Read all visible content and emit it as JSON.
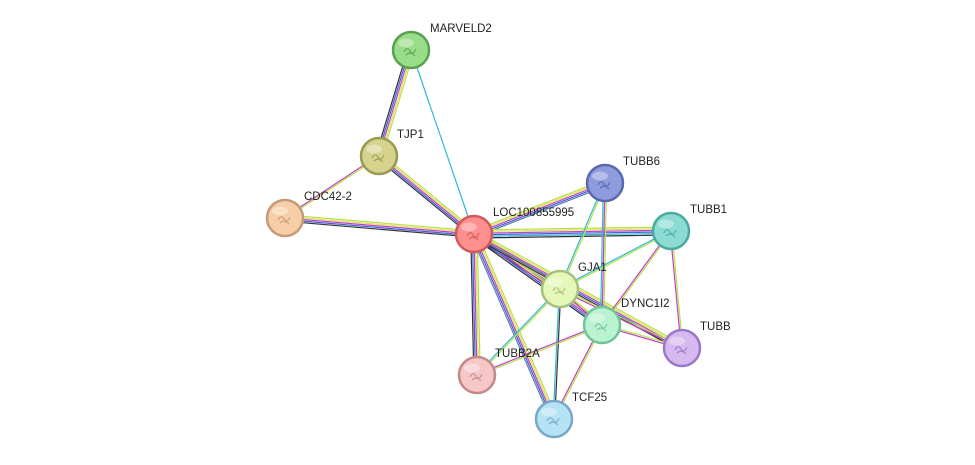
{
  "network": {
    "nodes": [
      {
        "id": "MARVELD2",
        "label": "MARVELD2",
        "color": "#99dd88",
        "stroke": "#5aa050"
      },
      {
        "id": "TJP1",
        "label": "TJP1",
        "color": "#d6d38f",
        "stroke": "#9a9a50"
      },
      {
        "id": "CDC42-2",
        "label": "CDC42-2",
        "color": "#f6cfa8",
        "stroke": "#c49a78"
      },
      {
        "id": "LOC100855995",
        "label": "LOC100855995",
        "color": "#ff8f8f",
        "stroke": "#d05a5a"
      },
      {
        "id": "TUBB6",
        "label": "TUBB6",
        "color": "#8e9bdc",
        "stroke": "#5a68b0"
      },
      {
        "id": "TUBB1",
        "label": "TUBB1",
        "color": "#8cdcd3",
        "stroke": "#4aaa9f"
      },
      {
        "id": "GJA1",
        "label": "GJA1",
        "color": "#e5f8b8",
        "stroke": "#a6c080"
      },
      {
        "id": "DYNC1I2",
        "label": "DYNC1I2",
        "color": "#b9f3d2",
        "stroke": "#74c49a"
      },
      {
        "id": "TUBB",
        "label": "TUBB",
        "color": "#d6b9ee",
        "stroke": "#9a78c4"
      },
      {
        "id": "TUBB2A",
        "label": "TUBB2A",
        "color": "#f7c7c7",
        "stroke": "#c48a8a"
      },
      {
        "id": "TCF25",
        "label": "TCF25",
        "color": "#b5e2f5",
        "stroke": "#78a8c8"
      }
    ],
    "edge_colors": {
      "green": "#b5e24a",
      "yellow": "#e0e060",
      "purple": "#c040c0",
      "blue": "#4060d8",
      "black": "#333333",
      "cyan": "#30b8d8",
      "slate": "#6080b0"
    },
    "edges": [
      {
        "source": "MARVELD2",
        "target": "TJP1",
        "types": [
          "green",
          "yellow",
          "purple",
          "blue",
          "black"
        ]
      },
      {
        "source": "MARVELD2",
        "target": "LOC100855995",
        "types": [
          "cyan"
        ]
      },
      {
        "source": "TJP1",
        "target": "CDC42-2",
        "types": [
          "green",
          "purple"
        ]
      },
      {
        "source": "TJP1",
        "target": "LOC100855995",
        "types": [
          "green",
          "yellow",
          "purple",
          "blue",
          "black"
        ]
      },
      {
        "source": "CDC42-2",
        "target": "LOC100855995",
        "types": [
          "green",
          "yellow",
          "purple",
          "blue",
          "black"
        ]
      },
      {
        "source": "LOC100855995",
        "target": "TUBB6",
        "types": [
          "green",
          "yellow",
          "purple",
          "blue",
          "slate"
        ]
      },
      {
        "source": "LOC100855995",
        "target": "TUBB1",
        "types": [
          "green",
          "yellow",
          "purple",
          "blue",
          "cyan",
          "black"
        ]
      },
      {
        "source": "LOC100855995",
        "target": "GJA1",
        "types": [
          "green",
          "yellow",
          "purple",
          "blue",
          "black"
        ]
      },
      {
        "source": "LOC100855995",
        "target": "DYNC1I2",
        "types": [
          "green",
          "yellow",
          "purple",
          "blue",
          "black"
        ]
      },
      {
        "source": "LOC100855995",
        "target": "TUBB",
        "types": [
          "green",
          "yellow",
          "purple",
          "blue",
          "black"
        ]
      },
      {
        "source": "LOC100855995",
        "target": "TUBB2A",
        "types": [
          "green",
          "yellow",
          "purple",
          "blue",
          "black"
        ]
      },
      {
        "source": "LOC100855995",
        "target": "TCF25",
        "types": [
          "green",
          "yellow",
          "purple",
          "blue",
          "slate"
        ]
      },
      {
        "source": "TUBB6",
        "target": "GJA1",
        "types": [
          "green",
          "cyan"
        ]
      },
      {
        "source": "TUBB6",
        "target": "DYNC1I2",
        "types": [
          "green",
          "purple",
          "cyan"
        ]
      },
      {
        "source": "TUBB1",
        "target": "GJA1",
        "types": [
          "green",
          "cyan"
        ]
      },
      {
        "source": "TUBB1",
        "target": "DYNC1I2",
        "types": [
          "green",
          "purple"
        ]
      },
      {
        "source": "TUBB1",
        "target": "TUBB",
        "types": [
          "green",
          "purple"
        ]
      },
      {
        "source": "GJA1",
        "target": "DYNC1I2",
        "types": [
          "green",
          "purple"
        ]
      },
      {
        "source": "GJA1",
        "target": "TUBB",
        "types": [
          "green",
          "purple"
        ]
      },
      {
        "source": "GJA1",
        "target": "TUBB2A",
        "types": [
          "green",
          "cyan"
        ]
      },
      {
        "source": "GJA1",
        "target": "TCF25",
        "types": [
          "black",
          "cyan"
        ]
      },
      {
        "source": "DYNC1I2",
        "target": "TUBB",
        "types": [
          "green",
          "purple"
        ]
      },
      {
        "source": "DYNC1I2",
        "target": "TUBB2A",
        "types": [
          "green",
          "purple"
        ]
      },
      {
        "source": "DYNC1I2",
        "target": "TCF25",
        "types": [
          "green",
          "purple"
        ]
      }
    ]
  }
}
